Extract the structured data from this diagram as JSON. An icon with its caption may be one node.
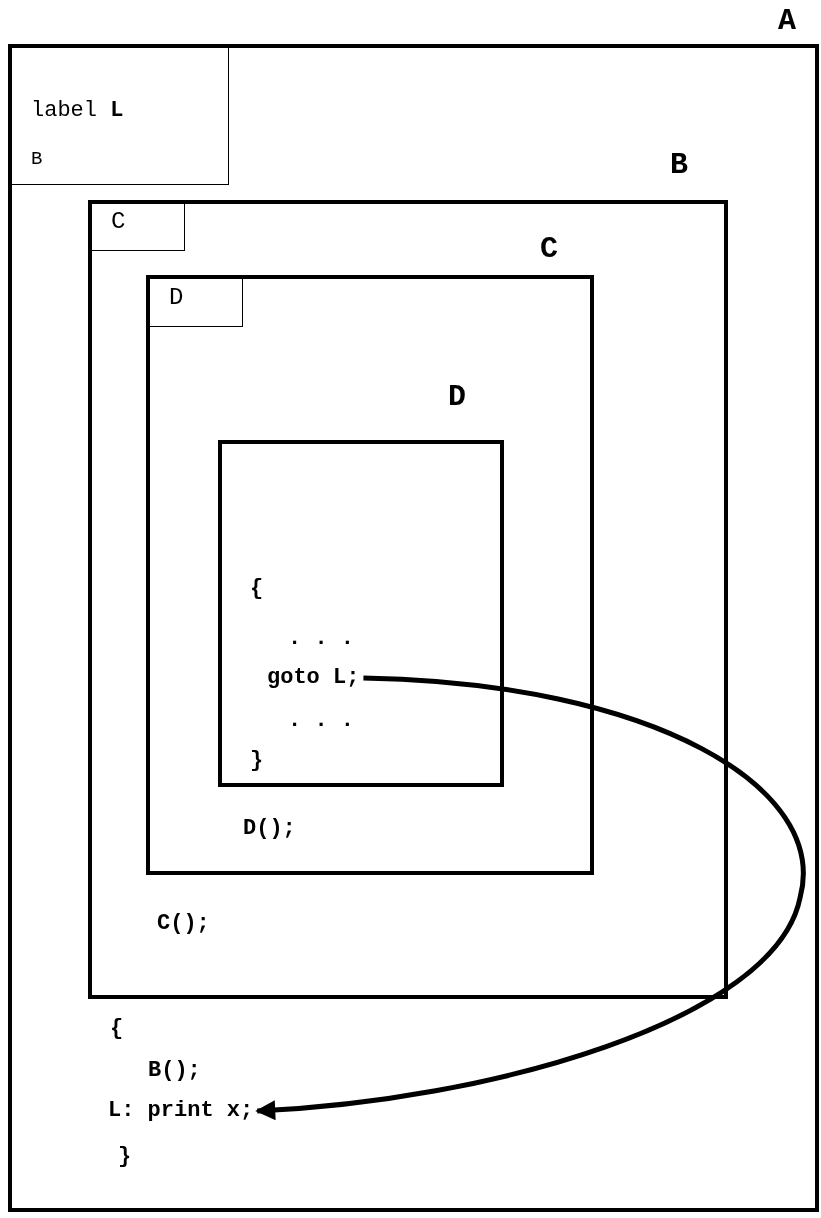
{
  "diagram": {
    "nodes": [
      {
        "text": [
          "A"
        ]
      },
      {
        "text": [
          "label **L**",
          "B"
        ],
        "in": 0
      },
      {
        "text": [
          "B"
        ],
        "in": 0
      },
      {
        "text": [
          "C"
        ],
        "in": 2
      },
      {
        "text": [
          "C"
        ],
        "in": 2
      },
      {
        "text": [
          "D"
        ],
        "in": 4
      },
      {
        "text": [
          "D"
        ],
        "in": 4
      },
      {
        "text": [
          "goto L;"
        ],
        "in": 6
      },
      {
        "text": [
          "L: print x;"
        ],
        "in": 0
      }
    ],
    "edges": [
      {
        "from": 7,
        "to": 8,
        "arrow": "to"
      }
    ],
    "labels": [
      "{",
      ". . .",
      ". . .",
      "}",
      "D();",
      "C();",
      "{",
      "B();",
      "}"
    ]
  }
}
